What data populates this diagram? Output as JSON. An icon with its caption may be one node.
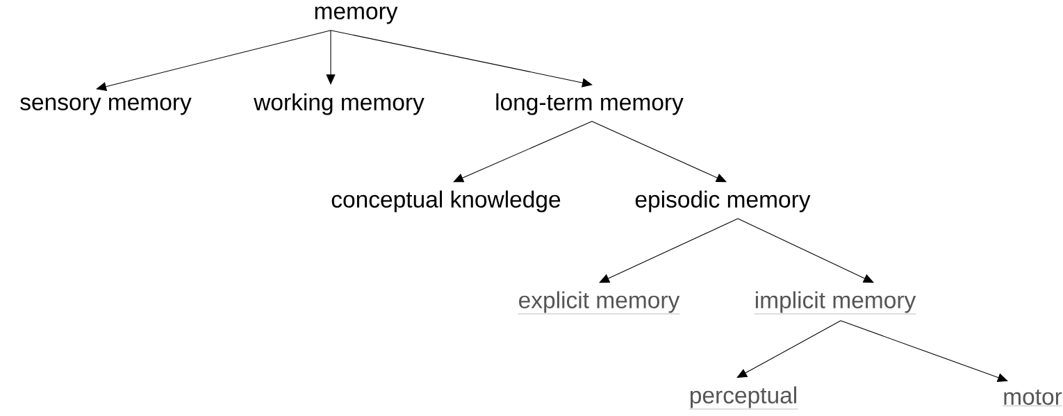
{
  "diagram": {
    "nodes": [
      {
        "text": [
          "memory"
        ]
      },
      {
        "text": [
          "sensory memory"
        ]
      },
      {
        "text": [
          "working memory"
        ]
      },
      {
        "text": [
          "long-term memory"
        ]
      },
      {
        "text": [
          "conceptual knowledge"
        ]
      },
      {
        "text": [
          "episodic memory"
        ]
      },
      {
        "text": [
          "explicit memory"
        ]
      },
      {
        "text": [
          "implicit memory"
        ]
      },
      {
        "text": [
          "perceptual"
        ]
      },
      {
        "text": [
          "motor"
        ]
      }
    ],
    "edges": [
      {
        "from": 0,
        "to": 1,
        "arrow": "to"
      },
      {
        "from": 0,
        "to": 2,
        "arrow": "to"
      },
      {
        "from": 0,
        "to": 3,
        "arrow": "to"
      },
      {
        "from": 3,
        "to": 4,
        "arrow": "to"
      },
      {
        "from": 3,
        "to": 5,
        "arrow": "to"
      },
      {
        "from": 5,
        "to": 6,
        "arrow": "to"
      },
      {
        "from": 5,
        "to": 7,
        "arrow": "to"
      },
      {
        "from": 7,
        "to": 8,
        "arrow": "to"
      },
      {
        "from": 7,
        "to": 9,
        "arrow": "to"
      }
    ]
  }
}
